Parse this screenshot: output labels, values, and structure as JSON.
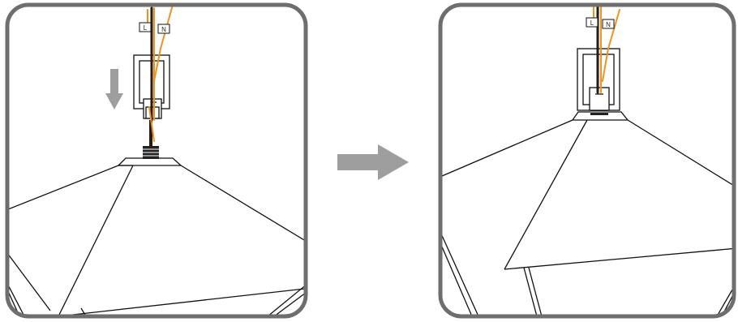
{
  "panels": [
    {
      "tag_l": "L",
      "tag_n": "N"
    },
    {
      "tag_l": "L",
      "tag_n": "N"
    }
  ],
  "colors": {
    "frame": "#6e6e6e",
    "line": "#111111",
    "wire_orange": "#f0931e",
    "wire_dark": "#2a1a12",
    "arrow_gray": "#9e9e9e"
  }
}
